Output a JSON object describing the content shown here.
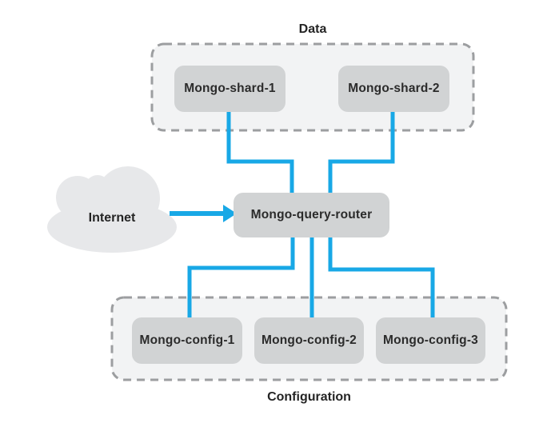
{
  "diagram": {
    "labels": {
      "data_zone": "Data",
      "configuration_zone": "Configuration",
      "internet": "Internet"
    },
    "nodes": {
      "shard1": "Mongo-shard-1",
      "shard2": "Mongo-shard-2",
      "router": "Mongo-query-router",
      "config1": "Mongo-config-1",
      "config2": "Mongo-config-2",
      "config3": "Mongo-config-3"
    },
    "icons": {
      "internet_cloud": "cloud-icon",
      "internet_arrow": "arrow-right-icon"
    },
    "colors": {
      "connector_blue": "#18a8e6",
      "node_fill": "#d1d3d4",
      "group_fill": "#f2f3f4",
      "group_border": "#9c9ea0",
      "cloud_fill": "#e7e8ea",
      "text": "#2b2b2b",
      "background": "#ffffff"
    }
  }
}
